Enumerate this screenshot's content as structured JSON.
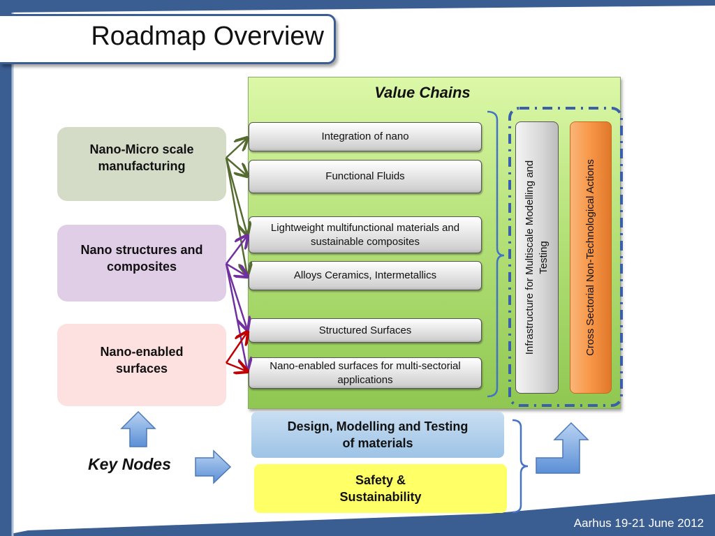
{
  "slide": {
    "title": "Roadmap Overview",
    "footer": "Aarhus 19-21 June 2012"
  },
  "value_chains": {
    "title": "Value Chains",
    "items": [
      "Integration of nano",
      "Functional Fluids",
      "Lightweight multifunctional materials and sustainable composites",
      "Alloys Ceramics, Intermetallics",
      "Structured Surfaces",
      "Nano-enabled surfaces for multi-sectorial applications"
    ]
  },
  "key_nodes": {
    "label": "Key Nodes",
    "items": [
      {
        "line1": "Nano-Micro scale",
        "line2": "manufacturing"
      },
      {
        "line1": "Nano structures and",
        "line2": "composites"
      },
      {
        "line1": "Nano-enabled",
        "line2": "surfaces"
      }
    ]
  },
  "vertical_bars": {
    "infrastructure": {
      "line1": "Infrastructure for Multiscale Modelling and",
      "line2": "Testing"
    },
    "cross_sectorial": "Cross Sectorial Non-Technological Actions"
  },
  "bottom_boxes": {
    "design": {
      "line1": "Design, Modelling and Testing",
      "line2": "of materials"
    },
    "safety": {
      "line1": "Safety &",
      "line2": "Sustainability"
    }
  },
  "colors": {
    "frame_blue": "#3a5d92",
    "node_manufacturing": "#d4dcc8",
    "node_structures": "#e0cde6",
    "node_surfaces": "#fde0e0",
    "arrow_green": "#556b2f",
    "arrow_purple": "#7030a0",
    "arrow_red": "#c00000",
    "cross_sectorial": "#f79646",
    "design_box": "#9dc3e6",
    "safety_box": "#ffff66"
  }
}
